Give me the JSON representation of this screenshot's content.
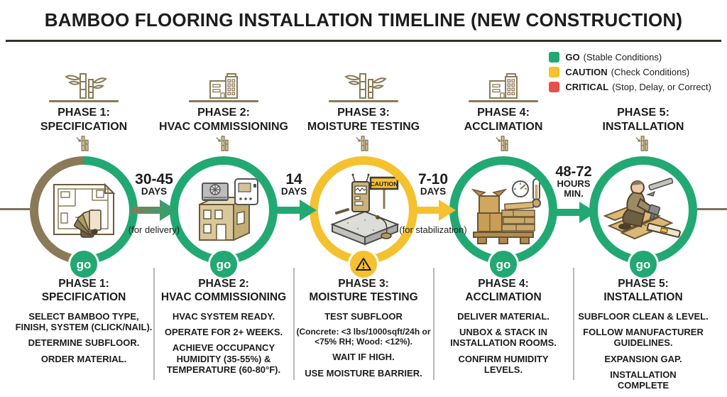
{
  "title": "BAMBOO FLOORING INSTALLATION TIMELINE (NEW CONSTRUCTION)",
  "legend": {
    "items": [
      {
        "label": "GO",
        "desc": "(Stable Conditions)",
        "color": "#22A873"
      },
      {
        "label": "CAUTION",
        "desc": "(Check Conditions)",
        "color": "#F5C12E"
      },
      {
        "label": "CRITICAL",
        "desc": "(Stop, Delay, or Correct)",
        "color": "#E8504A"
      }
    ]
  },
  "colors": {
    "go": "#22A873",
    "caution": "#F5C12E",
    "critical": "#E8504A",
    "bamboo": "#8A7A58",
    "line": "#7D7258"
  },
  "phases": [
    {
      "header1": "PHASE 1:",
      "header2": "SPECIFICATION",
      "icon": "bamboo-icon",
      "status": "go",
      "badge_label": "go",
      "illustration": "floor-plan-and-color-swatches",
      "details": [
        "SELECT BAMBOO TYPE, FINISH, SYSTEM (CLICK/NAIL).",
        "DETERMINE SUBFLOOR.",
        "ORDER MATERIAL."
      ]
    },
    {
      "header1": "PHASE 2:",
      "header2": "HVAC COMMISSIONING",
      "icon": "building-icon",
      "status": "go",
      "badge_label": "go",
      "illustration": "building-with-rooftop-hvac-and-thermostat",
      "details": [
        "HVAC SYSTEM READY.",
        "OPERATE FOR 2+ WEEKS.",
        "ACHIEVE OCCUPANCY HUMIDITY (35-55%) & TEMPERATURE (60-80°F)."
      ]
    },
    {
      "header1": "PHASE 3:",
      "header2": "MOISTURE TESTING",
      "icon": "bamboo-icon",
      "status": "caution",
      "badge_label": "",
      "illustration": "concrete-slab-moisture-meter-caution-sign",
      "details": [
        "TEST SUBFLOOR",
        "(Concrete: <3 lbs/1000sqft/24h or <75% RH; Wood: <12%).",
        "WAIT IF HIGH.",
        "USE MOISTURE BARRIER."
      ]
    },
    {
      "header1": "PHASE 4:",
      "header2": "ACCLIMATION",
      "icon": "building-icon",
      "status": "go",
      "badge_label": "go",
      "illustration": "boxes-and-plank-bundles-on-pallet-with-gauges",
      "details": [
        "DELIVER MATERIAL.",
        "UNBOX & STACK IN INSTALLATION ROOMS.",
        "CONFIRM HUMIDITY LEVELS."
      ]
    },
    {
      "header1": "PHASE 5:",
      "header2": "INSTALLATION",
      "icon": "none",
      "status": "go",
      "badge_label": "go",
      "illustration": "installer-laying-planks-with-level",
      "details": [
        "SUBFLOOR CLEAN & LEVEL.",
        "FOLLOW MANUFACTURER GUIDELINES.",
        "EXPANSION GAP.",
        "INSTALLATION COMPLETE"
      ]
    }
  ],
  "arrows": [
    {
      "value": "30-45",
      "unit": "DAYS",
      "note": "(for delivery)"
    },
    {
      "value": "14",
      "unit": "DAYS",
      "note": ""
    },
    {
      "value": "7-10",
      "unit": "DAYS",
      "note": "(for stabilization)"
    },
    {
      "value": "48-72",
      "unit": "HOURS",
      "unit2": "MIN.",
      "note": ""
    }
  ]
}
